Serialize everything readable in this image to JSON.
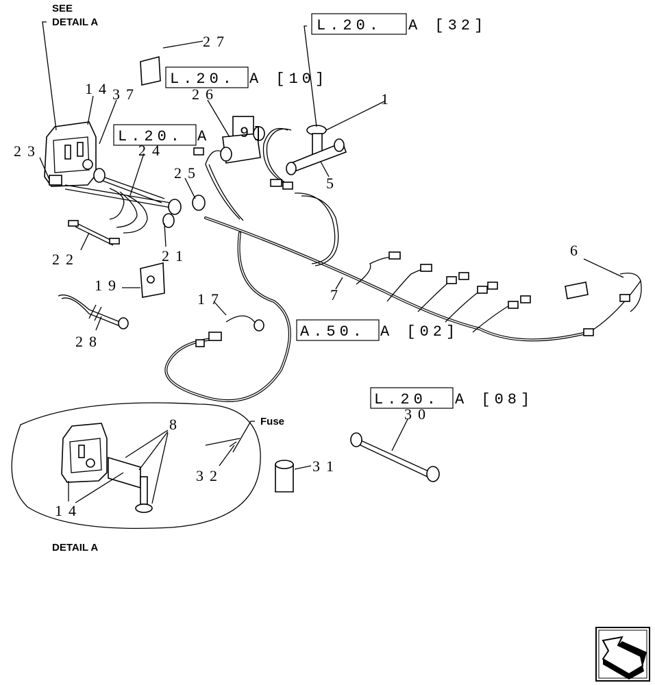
{
  "headers": {
    "see_detail_1": "SEE",
    "see_detail_2": "DETAIL A",
    "detail_a": "DETAIL A",
    "fuse": "Fuse"
  },
  "callouts": {
    "c1": "1",
    "c5": "5",
    "c6": "6",
    "c7": "7",
    "c8": "8",
    "c14": "14",
    "c14b": "14",
    "c17": "17",
    "c19": "19",
    "c21": "21",
    "c22": "22",
    "c23": "23",
    "c24": "24",
    "c25": "25",
    "c26": "26",
    "c27": "27",
    "c28": "28",
    "c30": "30",
    "c31": "31",
    "c32": "32",
    "c37": "37"
  },
  "references": {
    "r32_box": "L.20.",
    "r32_tail": "A  [32]",
    "r10_box": "L.20.",
    "r10_tail": "A  [10]",
    "r09_box": "L.20.",
    "r09_tail": "A",
    "r09_num": "9]",
    "r02_box": "A.50.",
    "r02_tail": "A  [02]",
    "r08_box": "L.20.",
    "r08_tail": "A  [08]"
  },
  "icons": {
    "nav": "return-arrow-icon"
  }
}
